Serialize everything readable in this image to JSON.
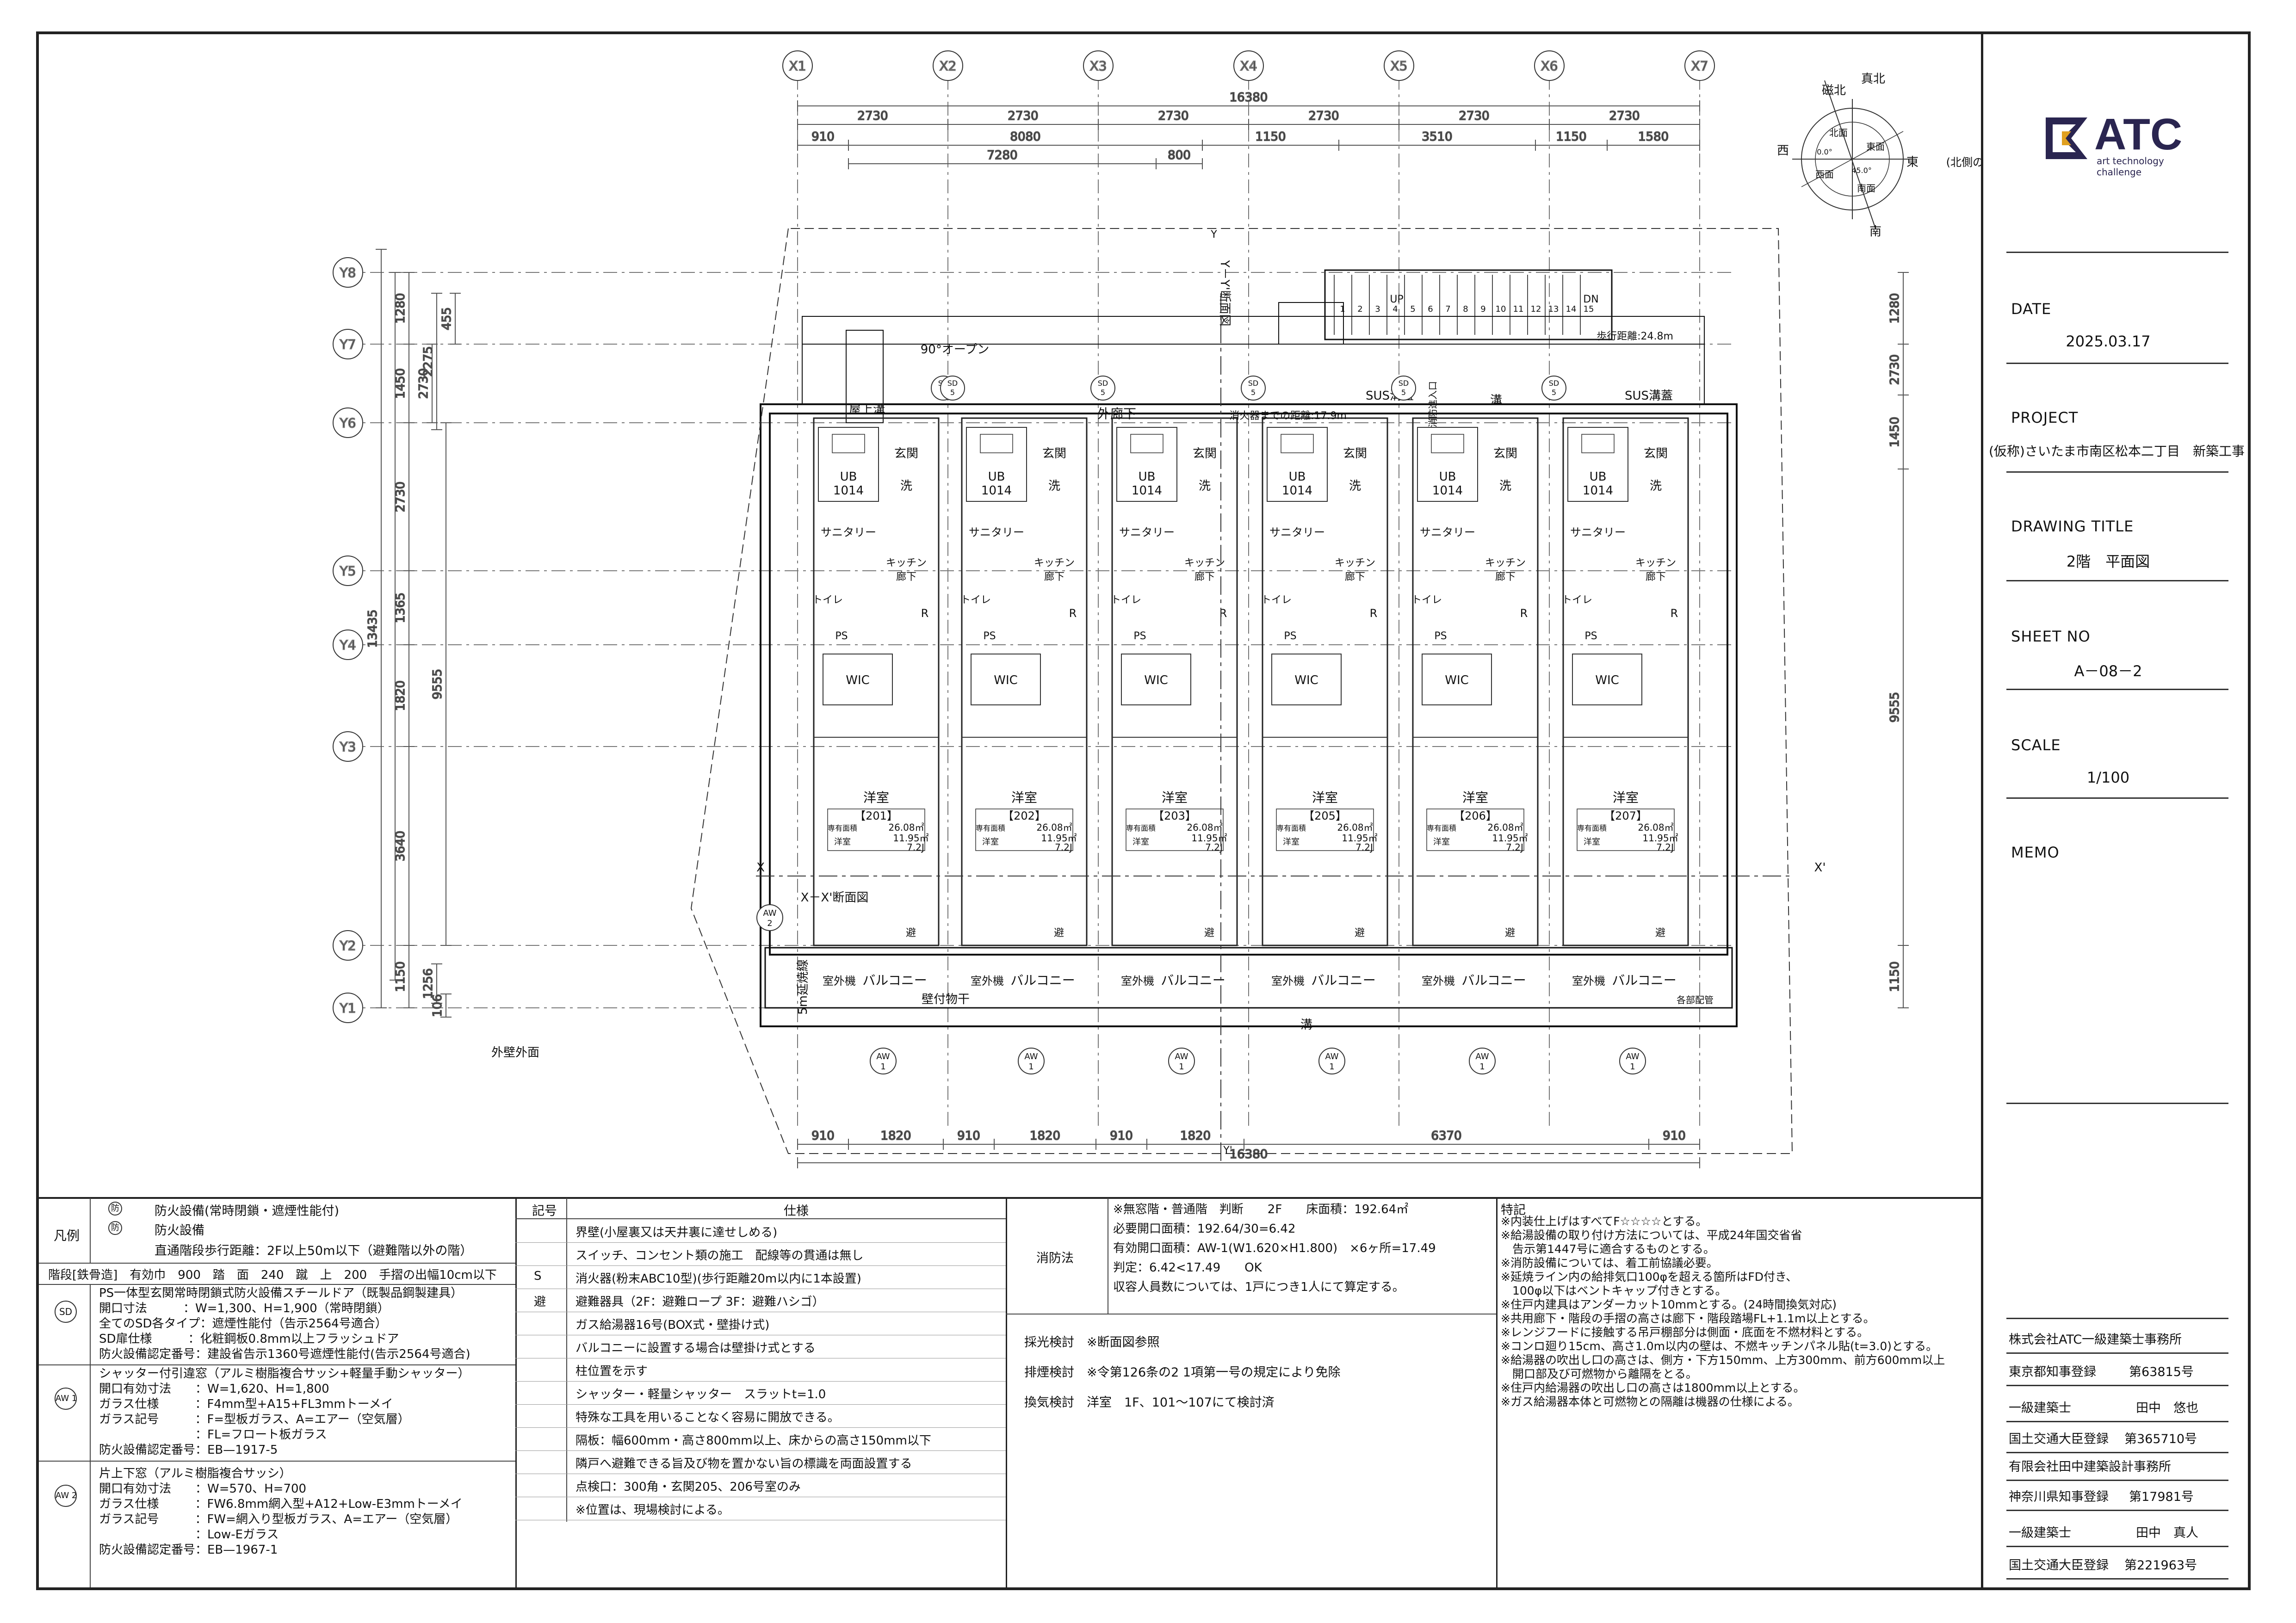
{
  "title_block": {
    "company_name": "ATC",
    "company_tagline": "art technology challenge",
    "date_label": "DATE",
    "date_value": "2025.03.17",
    "project_label": "PROJECT",
    "project_value": "(仮称)さいたま市南区松本二丁目　新築工事",
    "drawing_title_label": "DRAWING TITLE",
    "drawing_title_value": "2階　平面図",
    "sheet_no_label": "SHEET NO",
    "sheet_no_value": "A－08－2",
    "scale_label": "SCALE",
    "scale_value": "1/100",
    "memo_label": "MEMO",
    "office1_name": "株式会社ATC一級建築士事務所",
    "office1_reg_label": "東京都知事登録",
    "office1_reg_no": "第63815号",
    "office1_arch_label": "一級建築士",
    "office1_arch_name": "田中　悠也",
    "office1_min_label": "国土交通大臣登録",
    "office1_min_no": "第365710号",
    "office2_name": "有限会社田中建築設計事務所",
    "office2_reg_label": "神奈川県知事登録",
    "office2_reg_no": "第17981号",
    "office2_arch_label": "一級建築士",
    "office2_arch_name": "田中　真人",
    "office2_min_label": "国土交通大臣登録",
    "office2_min_no": "第221963号"
  },
  "grid": {
    "x_axes": [
      "X1",
      "X2",
      "X3",
      "X4",
      "X5",
      "X6",
      "X7"
    ],
    "y_axes": [
      "Y8",
      "Y7",
      "Y6",
      "Y5",
      "Y4",
      "Y3",
      "Y2",
      "Y1"
    ],
    "top_total": "16380",
    "top_spans": [
      "2730",
      "2730",
      "2730",
      "2730",
      "2730",
      "2730"
    ],
    "top_sub1": [
      "910",
      "8080",
      "1150",
      "3510",
      "1150",
      "1580"
    ],
    "top_sub2": [
      "7280",
      "800"
    ],
    "bottom_spans": [
      "910",
      "1820",
      "910",
      "1820",
      "910",
      "1820",
      "6370",
      "910"
    ],
    "bottom_total": "16380",
    "left_spans": [
      "1280",
      "1450",
      "2730",
      "1365",
      "1820",
      "3640",
      "1150"
    ],
    "left_sub": [
      "455",
      "2275",
      "2730"
    ],
    "left_total": "13435",
    "left_sub_total": "9555",
    "left_small": "1256",
    "left_small2": "106",
    "right_spans": [
      "1280",
      "2730",
      "1450",
      "9555",
      "1150"
    ]
  },
  "compass": {
    "mag_north": "磁北",
    "true_north": "真北",
    "west": "西",
    "east": "東",
    "south": "南",
    "north_wall": "(北側の壁)",
    "sector1": "北面",
    "sector2": "東面",
    "sector3": "南面",
    "sector4": "西面",
    "angle_a": "0.0°",
    "angle_b": "45.0°"
  },
  "plan_labels": {
    "opening": "90°オープン",
    "eave_gutter": "屋上溝",
    "corridor": "外廊下",
    "extinguisher_dist": "消火器までの距離:17.9m",
    "walk_dist": "歩行距離:24.8m",
    "sus_lid1": "SUS溝蓋",
    "sus_lid2": "SUS溝蓋",
    "gutter": "溝",
    "section_yy": "Y－Y'断面図",
    "section_xx": "X－X'断面図",
    "x_mark": "X",
    "x_mark2": "X'",
    "y_mark": "Y",
    "y_mark2": "Y'",
    "stair_up": "UP",
    "stair_dn": "DN",
    "ext_wall": "外壁外面",
    "extend_line": "5m延焼線",
    "wall_object": "壁付物干",
    "gutter2": "溝",
    "drain": "各部配管",
    "fire_access": "消防進入口"
  },
  "unit_labels": {
    "entrance": "玄関",
    "bath": "UB",
    "bath_size": "1014",
    "wash": "洗",
    "sanitary": "サニタリー",
    "kitchen": "キッチン",
    "corridor": "廊下",
    "toilet": "トイレ",
    "fridge": "R",
    "wic": "WIC",
    "western": "洋室",
    "ps": "PS",
    "balcony": "バルコニー",
    "outdoor": "室外機",
    "refuge": "避"
  },
  "units": [
    {
      "no": "【201】",
      "area_label": "専有面積",
      "area": "26.08㎡",
      "room": "洋室",
      "room_area": "11.95㎡",
      "tatami": "7.2J"
    },
    {
      "no": "【202】",
      "area_label": "専有面積",
      "area": "26.08㎡",
      "room": "洋室",
      "room_area": "11.95㎡",
      "tatami": "7.2J"
    },
    {
      "no": "【203】",
      "area_label": "専有面積",
      "area": "26.08㎡",
      "room": "洋室",
      "room_area": "11.95㎡",
      "tatami": "7.2J"
    },
    {
      "no": "【205】",
      "area_label": "専有面積",
      "area": "26.08㎡",
      "room": "洋室",
      "room_area": "11.95㎡",
      "tatami": "7.2J"
    },
    {
      "no": "【206】",
      "area_label": "専有面積",
      "area": "26.08㎡",
      "room": "洋室",
      "room_area": "11.95㎡",
      "tatami": "7.2J"
    },
    {
      "no": "【207】",
      "area_label": "専有面積",
      "area": "26.08㎡",
      "room": "洋室",
      "room_area": "11.95㎡",
      "tatami": "7.2J"
    }
  ],
  "legend": {
    "title": "凡例",
    "row1_sym": "防",
    "row1_text": "防火設備(常時閉鎖・遮煙性能付)",
    "row2_sym": "防",
    "row2_text": "防火設備",
    "row3_text": "直通階段歩行距離：2F以上50m以下（避難階以外の階）",
    "stair_row": "階段[鉄骨造]　有効巾　900　踏　面　240　蹴　上　200　手摺の出幅10cm以下",
    "sd_sym": "SD",
    "sd_lines": [
      "PS一体型玄関常時閉鎖式防火設備スチールドア（既製品鋼製建具）",
      "開口寸法　　　：W=1,300、H=1,900（常時閉鎖）",
      "全てのSD各タイプ：遮煙性能付（告示2564号適合）",
      "SD扉仕様　　　：化粧鋼板0.8mm以上フラッシュドア",
      "防火設備認定番号：建設省告示1360号遮煙性能付(告示2564号適合)"
    ],
    "aw1_sym": "AW 1",
    "aw1_lines": [
      "シャッター付引違窓（アルミ樹脂複合サッシ+軽量手動シャッター）",
      "開口有効寸法　　：W=1,620、H=1,800",
      "ガラス仕様　　　：F4mm型+A15+FL3mmトーメイ",
      "ガラス記号　　　：F=型板ガラス、A=エアー（空気層）",
      "　　　　　　　　：FL=フロート板ガラス",
      "防火設備認定番号：EB—1917-5"
    ],
    "aw2_sym": "AW 2",
    "aw2_lines": [
      "片上下窓（アルミ樹脂複合サッシ）",
      "開口有効寸法　　：W=570、H=700",
      "ガラス仕様　　　：FW6.8mm網入型+A12+Low-E3mmトーメイ",
      "ガラス記号　　　：FW=網入り型板ガラス、A=エアー（空気層）",
      "　　　　　　　　：Low-Eガラス",
      "防火設備認定番号：EB—1967-1"
    ]
  },
  "spec": {
    "col_sym": "記号",
    "col_spec": "仕様",
    "rows": [
      "界壁(小屋裏又は天井裏に達せしめる)",
      "スイッチ、コンセント類の施工　配線等の貫通は無し",
      "消火器(粉末ABC10型)(歩行距離20m以内に1本設置)",
      "避難器具（2F：避難ロープ 3F：避難ハシゴ）",
      "ガス給湯器16号(BOX式・壁掛け式)",
      "バルコニーに設置する場合は壁掛け式とする",
      "柱位置を示す",
      "シャッター・軽量シャッター　スラットt=1.0",
      "特殊な工具を用いることなく容易に開放できる。",
      "隔板：幅600mm・高さ800mm以上、床からの高さ150mm以下",
      "隣戸へ避難できる旨及び物を置かない旨の標識を両面設置する",
      "点検口：300角・玄関205、206号室のみ",
      "※位置は、現場検討による。"
    ],
    "row_syms": [
      "",
      "",
      "S",
      "避",
      "",
      "",
      "",
      "",
      "",
      "",
      "",
      "",
      ""
    ]
  },
  "fire": {
    "label": "消防法",
    "lines": [
      "※無窓階・普通階　判断　　2F　　床面積：192.64㎡",
      "必要開口面積：192.64/30=6.42",
      "有効開口面積：AW-1(W1.620×H1.800)　×6ヶ所=17.49",
      "判定：6.42<17.49　　OK",
      "収容人員数については、1戸につき1人にて算定する。"
    ]
  },
  "checks": {
    "light": "採光検討　※断面図参照",
    "smoke": "排煙検討　※令第126条の2 1項第一号の規定により免除",
    "vent": "換気検討　洋室　1F、101～107にて検討済"
  },
  "notes": {
    "title": "特記",
    "lines": [
      "※内装仕上げはすべてF☆☆☆☆とする。",
      "※給湯設備の取り付け方法については、平成24年国交省省",
      "　告示第1447号に適合するものとする。",
      "※消防設備については、着工前協議必要。",
      "※延焼ライン内の給排気口100φを超える箇所はFD付き、",
      "　100φ以下はベントキャップ付きとする。",
      "※住戸内建具はアンダーカット10mmとする。(24時間換気対応)",
      "※共用廊下・階段の手摺の高さは廊下・階段踏場FL+1.1m以上とする。",
      "※レンジフードに接触する吊戸棚部分は側面・底面を不燃材料とする。",
      "※コンロ廻り15cm、高さ1.0m以内の壁は、不燃キッチンパネル貼(t=3.0)とする。",
      "※給湯器の吹出し口の高さは、側方・下方150mm、上方300mm、前方600mm以上",
      "　開口部及び可燃物から離隔をとる。",
      "※住戸内給湯器の吹出し口の高さは1800mm以上とする。",
      "※ガス給湯器本体と可燃物との隔離は機器の仕様による。"
    ]
  },
  "window_tags": [
    "AW 1",
    "AW 1",
    "AW 1",
    "AW 1",
    "AW 1",
    "AW 1",
    "AW 2"
  ],
  "door_tags": [
    "SD 4",
    "SD 5",
    "SD 5",
    "SD 5",
    "SD 5",
    "SD 5"
  ],
  "stair_numbers": [
    "1",
    "2",
    "3",
    "4",
    "5",
    "6",
    "7",
    "8",
    "9",
    "10",
    "11",
    "12",
    "13",
    "14",
    "15"
  ]
}
